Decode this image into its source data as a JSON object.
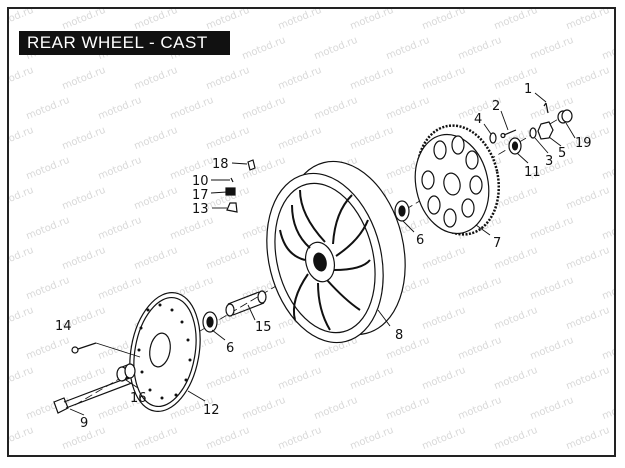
{
  "title": "REAR WHEEL - CAST",
  "watermark": "motod.ru",
  "callouts": [
    {
      "id": "1",
      "label": "1"
    },
    {
      "id": "2",
      "label": "2"
    },
    {
      "id": "3",
      "label": "3"
    },
    {
      "id": "4",
      "label": "4"
    },
    {
      "id": "5",
      "label": "5"
    },
    {
      "id": "6a",
      "label": "6"
    },
    {
      "id": "6b",
      "label": "6"
    },
    {
      "id": "7",
      "label": "7"
    },
    {
      "id": "8",
      "label": "8"
    },
    {
      "id": "9",
      "label": "9"
    },
    {
      "id": "10",
      "label": "10"
    },
    {
      "id": "11",
      "label": "11"
    },
    {
      "id": "12",
      "label": "12"
    },
    {
      "id": "13",
      "label": "13"
    },
    {
      "id": "14",
      "label": "14"
    },
    {
      "id": "15",
      "label": "15"
    },
    {
      "id": "16",
      "label": "16"
    },
    {
      "id": "17",
      "label": "17"
    },
    {
      "id": "18",
      "label": "18"
    },
    {
      "id": "19",
      "label": "19"
    }
  ]
}
